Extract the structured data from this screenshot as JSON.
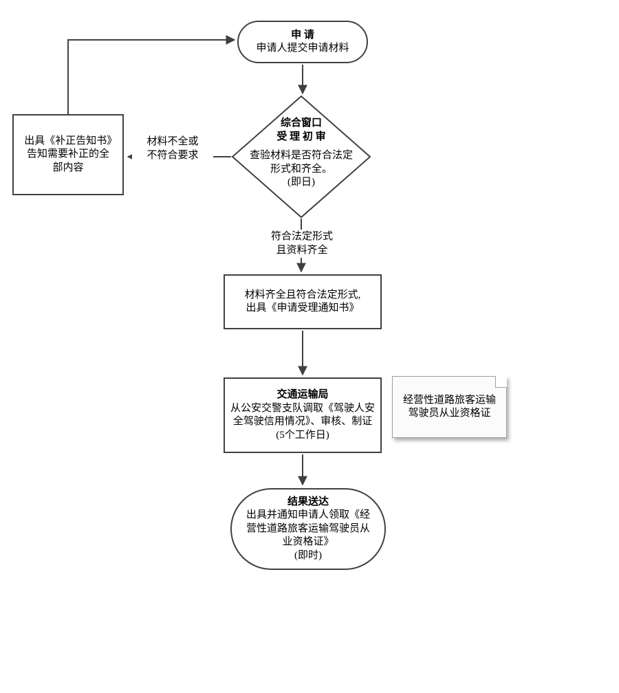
{
  "colors": {
    "line": "#404040",
    "text": "#000000",
    "note_border": "#9e9e9e",
    "note_background": "#fbfbfb",
    "background": "#ffffff"
  },
  "nodes": {
    "start": {
      "title": "申 请",
      "body": "申请人提交申请材料"
    },
    "decision": {
      "title1": "综合窗口",
      "title2": "受 理 初 审",
      "body": "查验材料是否符合法定形式和齐全。",
      "duration": "(即日)"
    },
    "correction": {
      "body": "出具《补正告知书》告知需要补正的全部内容"
    },
    "accept": {
      "line1": "材料齐全且符合法定形式,",
      "line2": "出具《申请受理通知书》"
    },
    "process": {
      "title": "交通运输局",
      "body": "从公安交警支队调取《驾驶人安全驾驶信用情况》、审核、制证",
      "duration": "(5个工作日)"
    },
    "note": {
      "line1": "经营性道路旅客运输",
      "line2": "驾驶员从业资格证"
    },
    "result": {
      "title": "结果送达",
      "body": "出具并通知申请人领取《经营性道路旅客运输驾驶员从业资格证》",
      "duration": "(即时)"
    }
  },
  "edges": {
    "fail": {
      "line1": "材料不全或",
      "line2": "不符合要求"
    },
    "pass": {
      "line1": "符合法定形式",
      "line2": "且资料齐全"
    }
  }
}
